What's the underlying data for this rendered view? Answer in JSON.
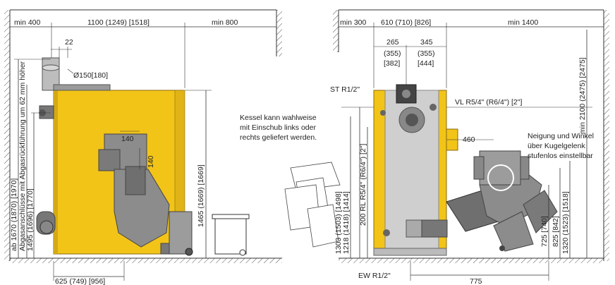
{
  "left_view": {
    "dims": {
      "min_left": "min 400",
      "width": "1100 (1249) [1518]",
      "min_right": "min 800",
      "flue_offset": "22",
      "flue_diameter": "Ø150[180]",
      "chute_width": "140",
      "chute_height": "140",
      "height_right": "1465 (1669) [1669]",
      "bottom": "625 (749) [956]"
    },
    "vertical_labels": [
      "ab 1670 (1870) [1970]",
      "Abgasanschlüsse mit Abgasrückführung um 62 mm höher",
      "1495 (1696) [1770]"
    ]
  },
  "right_view": {
    "dims": {
      "min_left": "min 300",
      "width": "610 (710) [826]",
      "min_right": "min 1400",
      "off_265": "265",
      "off_265_b": "(355)",
      "off_265_c": "[382]",
      "off_345": "345",
      "off_345_b": "(355)",
      "off_345_c": "[444]",
      "depth_460": "460",
      "bottom": "775"
    },
    "labels": {
      "st": "ST  R1/2\"",
      "vl": "VL R5/4\" (R6/4\") [2\"]",
      "ew": "EW R1/2\""
    },
    "note_left": [
      "Kessel kann wahlweise",
      "mit Einschub links oder",
      "rechts geliefert werden."
    ],
    "note_right": [
      "Neigung und Winkel",
      "über Kugelgelenk",
      "stufenlos einstellbar"
    ],
    "vertical_labels": {
      "h_1303": "1303 (1503) [1498]",
      "h_1218": "1218 (1418) [1414]",
      "rl": "200 RL R5/4\" (R6/4\") [2\"]",
      "h_725": "725 [740]",
      "h_825": "825 [842]",
      "h_1320": "1320 (1523) [1518]",
      "h_2100": "min 2100 (2475) [2475]"
    }
  },
  "colors": {
    "boiler": "#F2C418",
    "boiler_edge": "#B8901A",
    "steel": "#8C8C8C",
    "steel_dark": "#6F6F6F",
    "line": "#333333"
  }
}
